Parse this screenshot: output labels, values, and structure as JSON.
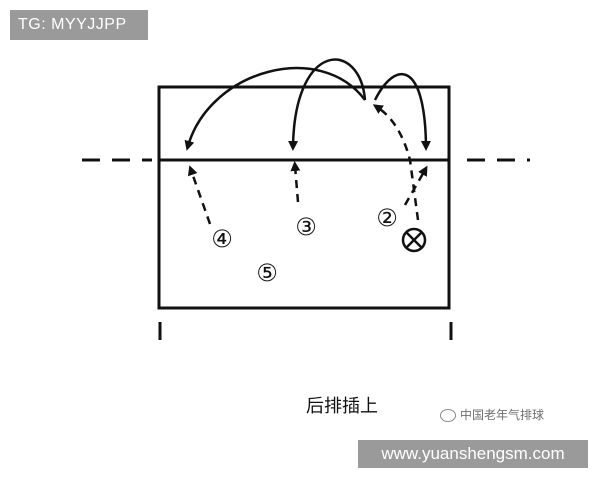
{
  "watermark_top": "TG: MYYJJPP",
  "caption": "后排插上",
  "watermark_brand": "中国老年气排球",
  "watermark_url": "www.yuanshengsm.com",
  "players": [
    {
      "label": "④",
      "name": "player-4"
    },
    {
      "label": "③",
      "name": "player-3"
    },
    {
      "label": "②",
      "name": "player-2"
    },
    {
      "label": "⑤",
      "name": "player-5"
    }
  ],
  "setter_icon": "circled-x-icon",
  "colors": {
    "ink": "#111111",
    "badge": "#9a9a9a"
  }
}
